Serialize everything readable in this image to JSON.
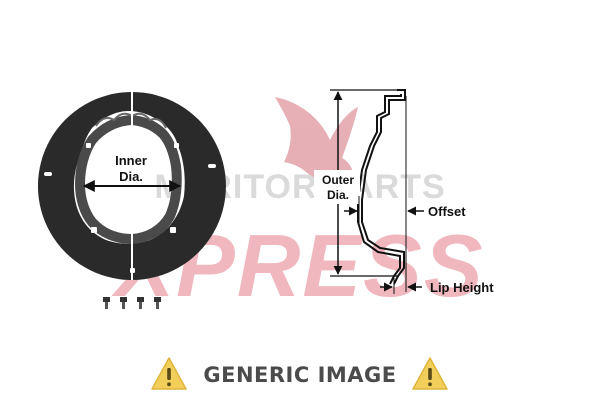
{
  "watermark": {
    "line1": "MERITOR PARTS",
    "line2": "XPRESS",
    "color": "#e3a7ae"
  },
  "labels": {
    "inner_dia": [
      "Inner",
      "Dia."
    ],
    "outer_dia": [
      "Outer",
      "Dia."
    ],
    "offset": "Offset",
    "lip_height": "Lip Height"
  },
  "banner": {
    "text": "GENERIC IMAGE",
    "icon": "warning-triangle-icon",
    "icon_color": "#f2cf5b"
  }
}
